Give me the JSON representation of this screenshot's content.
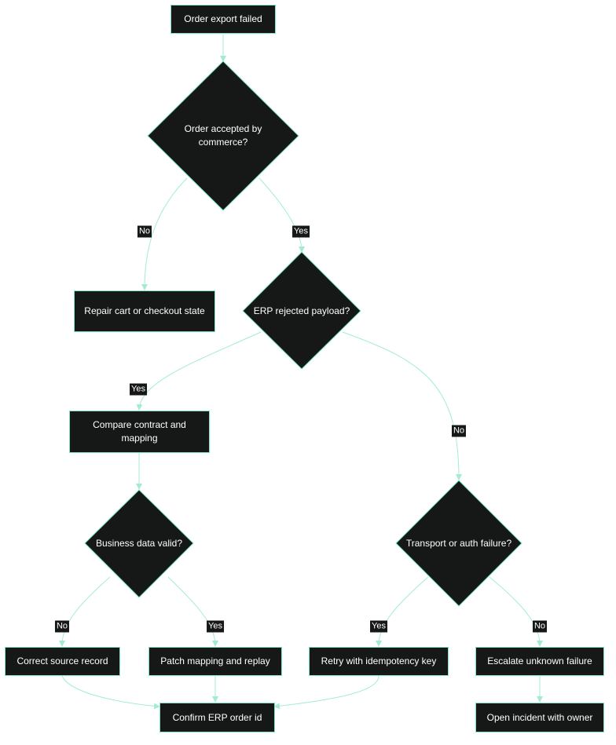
{
  "colors": {
    "node_fill": "#151816",
    "node_border": "#7fe6bf",
    "edge": "#a3ecd0",
    "text": "#ffffff",
    "background": "#ffffff"
  },
  "nodes": {
    "start": "Order export failed",
    "q_accepted": "Order accepted by commerce?",
    "repair": "Repair cart or checkout state",
    "q_erp_rejected": "ERP rejected payload?",
    "compare": "Compare contract and mapping",
    "q_business_valid": "Business data valid?",
    "q_transport": "Transport or auth failure?",
    "correct_source": "Correct source record",
    "patch_mapping": "Patch mapping and replay",
    "retry": "Retry with idempotency key",
    "escalate": "Escalate unknown failure",
    "confirm": "Confirm ERP order id",
    "open_incident": "Open incident with owner"
  },
  "edge_labels": {
    "accepted_no": "No",
    "accepted_yes": "Yes",
    "rejected_yes": "Yes",
    "rejected_no": "No",
    "valid_no": "No",
    "valid_yes": "Yes",
    "transport_yes": "Yes",
    "transport_no": "No"
  }
}
